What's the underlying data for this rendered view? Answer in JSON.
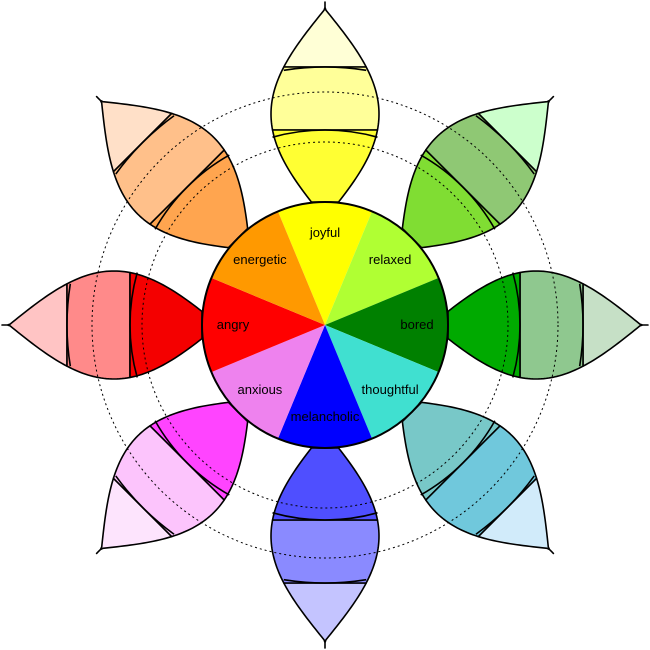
{
  "emotion_wheel": {
    "emotions": [
      {
        "label": "joyful",
        "shades": [
          "#FFFFD6",
          "#FFFF99",
          "#FFFF33",
          "#FFFF00"
        ]
      },
      {
        "label": "relaxed",
        "shades": [
          "#CCFFCC",
          "#8FC874",
          "#80DD33",
          "#B0FF33"
        ]
      },
      {
        "label": "bored",
        "shades": [
          "#C6E0C6",
          "#8FC88F",
          "#00AA00",
          "#008000"
        ]
      },
      {
        "label": "thoughtful",
        "shades": [
          "#D1EBFA",
          "#70C8DC",
          "#78C8C8",
          "#40E0D0"
        ]
      },
      {
        "label": "melancholic",
        "shades": [
          "#C4C4FF",
          "#8A8AFF",
          "#4F4FFF",
          "#0000FF"
        ]
      },
      {
        "label": "anxious",
        "shades": [
          "#FDE4FD",
          "#FCC4FC",
          "#FF44FF",
          "#EE82EE"
        ]
      },
      {
        "label": "angry",
        "shades": [
          "#FFC4C4",
          "#FF8A8A",
          "#F40000",
          "#FF0000"
        ]
      },
      {
        "label": "energetic",
        "shades": [
          "#FFE0C8",
          "#FFC08A",
          "#FFA54F",
          "#FF9900"
        ]
      }
    ],
    "outline_color": "#000000",
    "guide_circle_color": "#000000"
  }
}
